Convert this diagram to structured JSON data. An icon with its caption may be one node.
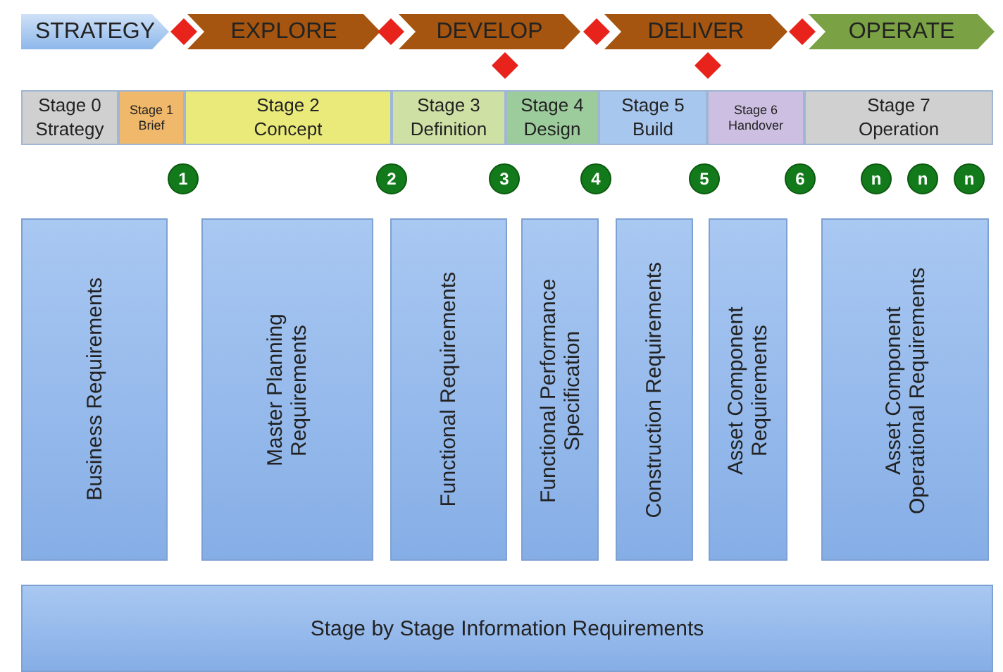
{
  "diagram": {
    "nodes": [
      {
        "text": [
          "STRATEGY"
        ]
      },
      {
        "text": [],
        "shape": "diamond"
      },
      {
        "text": [
          "EXPLORE"
        ]
      },
      {
        "text": [],
        "shape": "diamond"
      },
      {
        "text": [
          "DEVELOP"
        ]
      },
      {
        "text": [],
        "shape": "diamond"
      },
      {
        "text": [
          "DELIVER"
        ]
      },
      {
        "text": [],
        "shape": "diamond"
      },
      {
        "text": [
          "OPERATE"
        ]
      },
      {
        "text": [],
        "shape": "diamond"
      },
      {
        "text": [],
        "shape": "diamond"
      },
      {
        "text": [
          "Stage 0 Strategy"
        ]
      },
      {
        "text": [
          "Stage 1 Brief"
        ]
      },
      {
        "text": [
          "Stage 2 Concept"
        ]
      },
      {
        "text": [
          "Stage 3 Definition"
        ]
      },
      {
        "text": [
          "Stage 4 Design"
        ]
      },
      {
        "text": [
          "Stage 5 Build"
        ]
      },
      {
        "text": [
          "Stage 6 Handover"
        ]
      },
      {
        "text": [
          "Stage 7 Operation"
        ]
      },
      {
        "text": [
          "1"
        ]
      },
      {
        "text": [
          "2"
        ]
      },
      {
        "text": [
          "3"
        ]
      },
      {
        "text": [
          "4"
        ]
      },
      {
        "text": [
          "5"
        ]
      },
      {
        "text": [
          "6"
        ]
      },
      {
        "text": [
          "n"
        ]
      },
      {
        "text": [
          "n"
        ]
      },
      {
        "text": [
          "n"
        ]
      },
      {
        "text": [
          "Business Requirements"
        ]
      },
      {
        "text": [
          "Master Planning Requirements"
        ]
      },
      {
        "text": [
          "Functional Requirements"
        ]
      },
      {
        "text": [
          "Functional Performance Specification"
        ]
      },
      {
        "text": [
          "Construction Requirements"
        ]
      },
      {
        "text": [
          "Asset Component Requirements"
        ]
      },
      {
        "text": [
          "Asset Component Operational Requirements"
        ]
      },
      {
        "text": [
          "Stage by Stage Information Requirements"
        ]
      }
    ]
  }
}
